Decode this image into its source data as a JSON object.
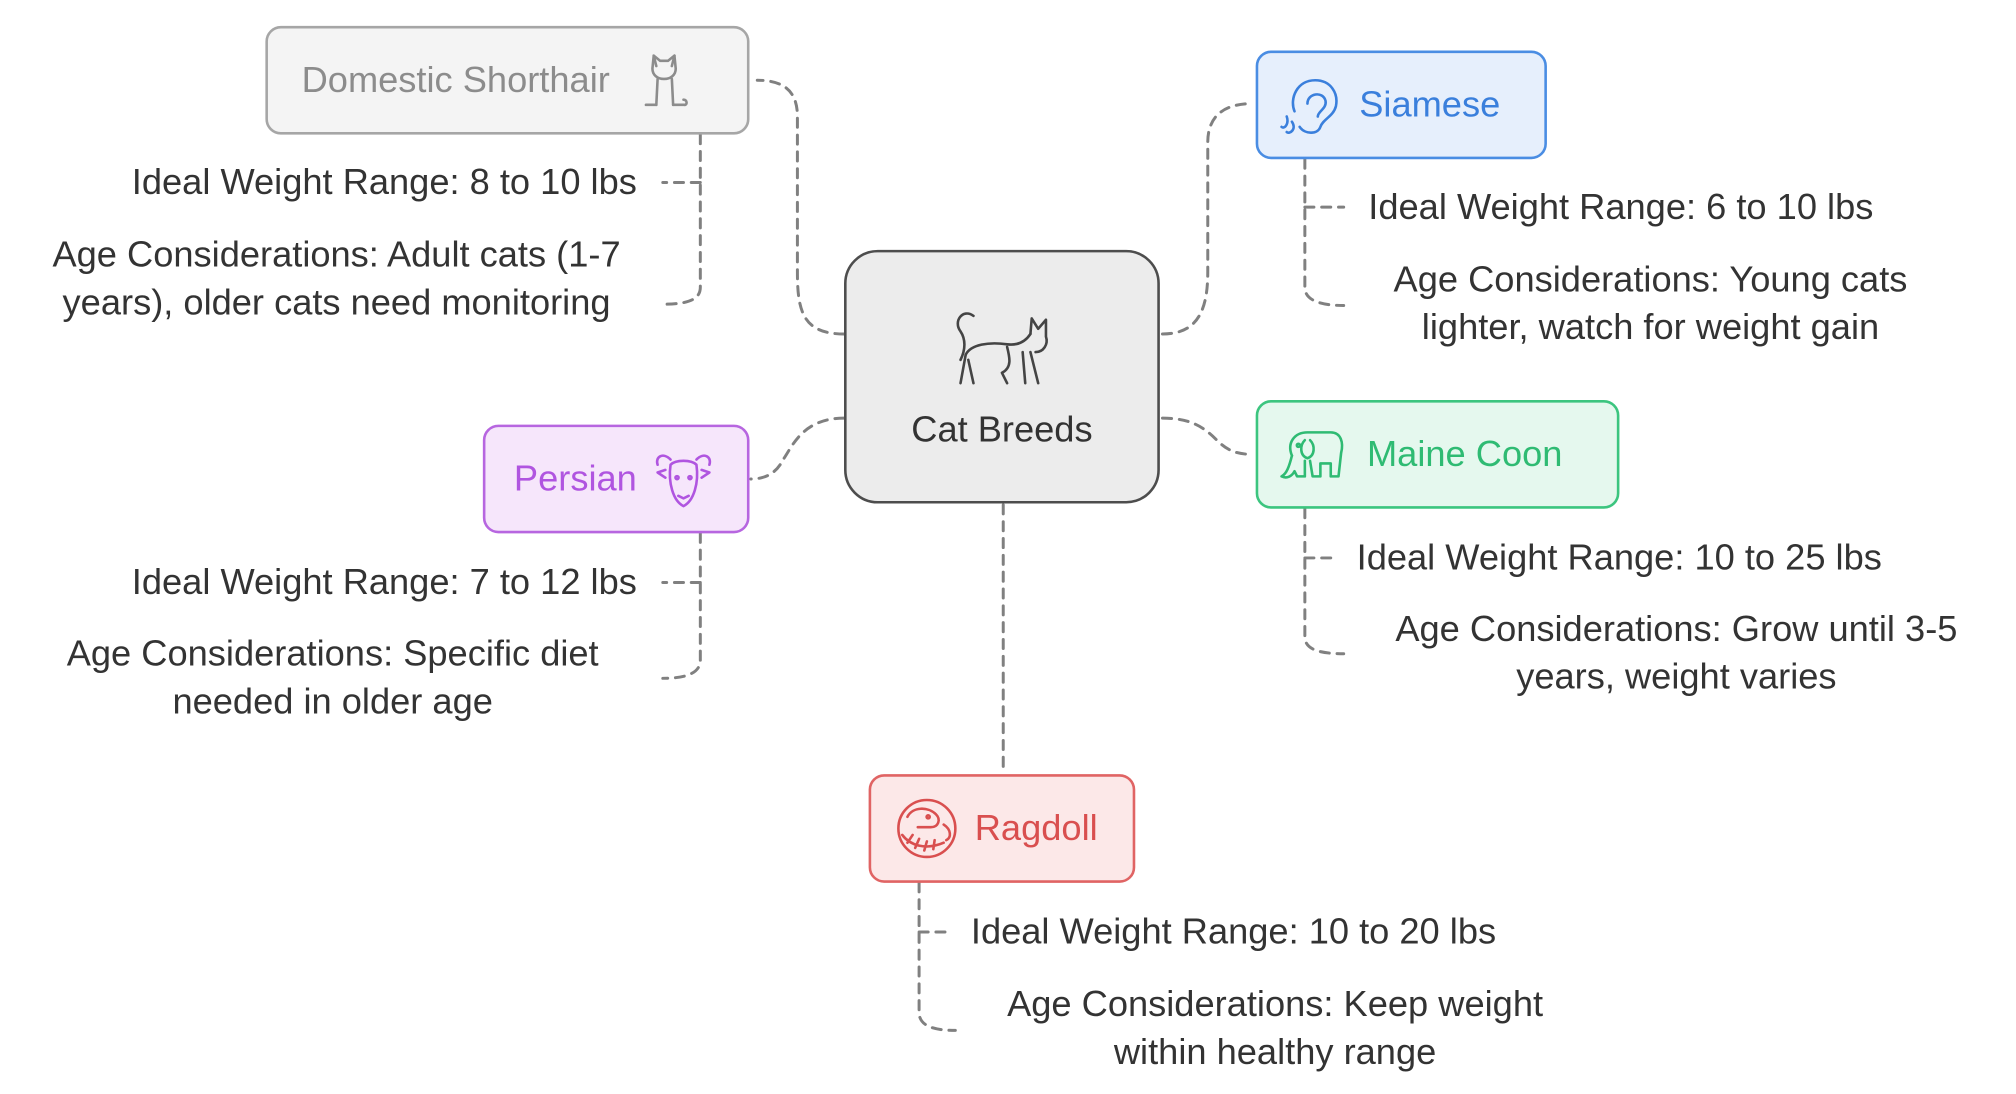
{
  "colors": {
    "center": "#4d4d4d",
    "domestic_shorthair": "#8c8c8c",
    "siamese": "#3a7fdc",
    "persian": "#b055e0",
    "maine_coon": "#2fbb73",
    "ragdoll": "#d94f4f",
    "connector": "#808080"
  },
  "center": {
    "label": "Cat Breeds",
    "icon": "cat-icon"
  },
  "breeds": {
    "domestic_shorthair": {
      "label": "Domestic Shorthair",
      "icon": "cat-sitting-icon",
      "weight": "Ideal Weight Range: 8 to 10 lbs",
      "age": "Age Considerations: Adult cats (1-7 years), older cats need monitoring"
    },
    "siamese": {
      "label": "Siamese",
      "icon": "ear-icon",
      "weight": "Ideal Weight Range: 6 to 10 lbs",
      "age": "Age Considerations: Young cats lighter, watch for weight gain"
    },
    "persian": {
      "label": "Persian",
      "icon": "goat-icon",
      "weight": "Ideal Weight Range: 7 to 12 lbs",
      "age": "Age Considerations: Specific diet needed in older age"
    },
    "maine_coon": {
      "label": "Maine Coon",
      "icon": "elephant-icon",
      "weight": "Ideal Weight Range: 10 to 25 lbs",
      "age": "Age Considerations: Grow until 3-5 years, weight varies"
    },
    "ragdoll": {
      "label": "Ragdoll",
      "icon": "snake-icon",
      "weight": "Ideal Weight Range: 10 to 20 lbs",
      "age": "Age Considerations: Keep weight within healthy range"
    }
  }
}
